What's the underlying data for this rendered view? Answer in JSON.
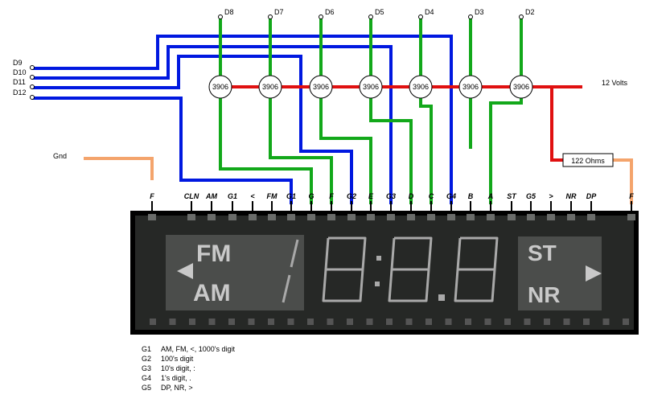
{
  "outputs_top": [
    "D8",
    "D7",
    "D6",
    "D5",
    "D4",
    "D3",
    "D2"
  ],
  "inputs_left": [
    "D9",
    "D10",
    "D11",
    "D12"
  ],
  "transistor_label": "3906",
  "supply_label": "12 Volts",
  "ground_label": "Gnd",
  "resistor_label": "122 Ohms",
  "display_pins": [
    "F",
    "CLN",
    "AM",
    "G1",
    "<",
    "FM",
    "G1",
    "G",
    "F",
    "G2",
    "E",
    "G3",
    "D",
    "C",
    "G4",
    "B",
    "A",
    "ST",
    "G5",
    ">",
    "NR",
    "DP",
    "F"
  ],
  "display_text": {
    "fm": "FM",
    "am": "AM",
    "st": "ST",
    "nr": "NR"
  },
  "legend": [
    {
      "key": "G1",
      "desc": "AM, FM, <, 1000's digit"
    },
    {
      "key": "G2",
      "desc": "100's digit"
    },
    {
      "key": "G3",
      "desc": "10's digit, :"
    },
    {
      "key": "G4",
      "desc": "1's digit, ."
    },
    {
      "key": "G5",
      "desc": "DP, NR, >"
    }
  ],
  "colors": {
    "grid_wire": "#0018e0",
    "segment_wire": "#12a81a",
    "supply_wire": "#e01010",
    "ground_wire": "#f4a46c"
  }
}
